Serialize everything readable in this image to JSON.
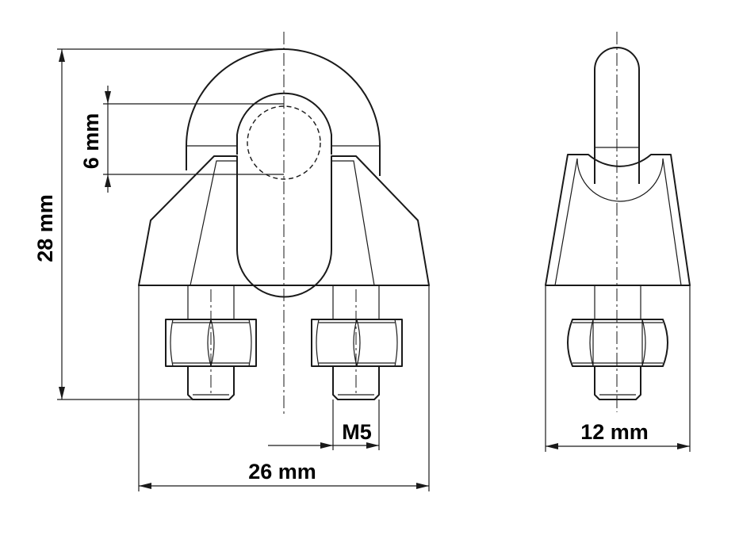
{
  "dimensions": {
    "height": "28 mm",
    "rod_diameter": "6 mm",
    "width": "26 mm",
    "thread": "M5",
    "depth": "12 mm"
  }
}
